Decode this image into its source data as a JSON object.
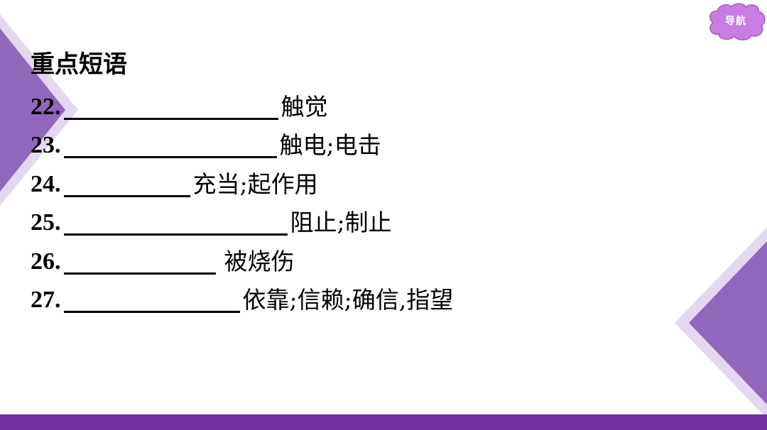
{
  "nav": {
    "label": "导航"
  },
  "section": {
    "heading": "重点短语"
  },
  "items": [
    {
      "number": "22.",
      "meaning": "触觉"
    },
    {
      "number": "23.",
      "meaning": "触电;电击"
    },
    {
      "number": "24.",
      "meaning": "充当;起作用"
    },
    {
      "number": "25.",
      "meaning": "阻止;制止"
    },
    {
      "number": "26.",
      "meaning": "被烧伤"
    },
    {
      "number": "27.",
      "meaning": "依靠;信赖;确信,指望"
    }
  ],
  "colors": {
    "accent": "#7030a0",
    "deco_dark": "#9b6fc4",
    "deco_light": "#d9c9ea",
    "nav_fill": "#c77ee0"
  }
}
